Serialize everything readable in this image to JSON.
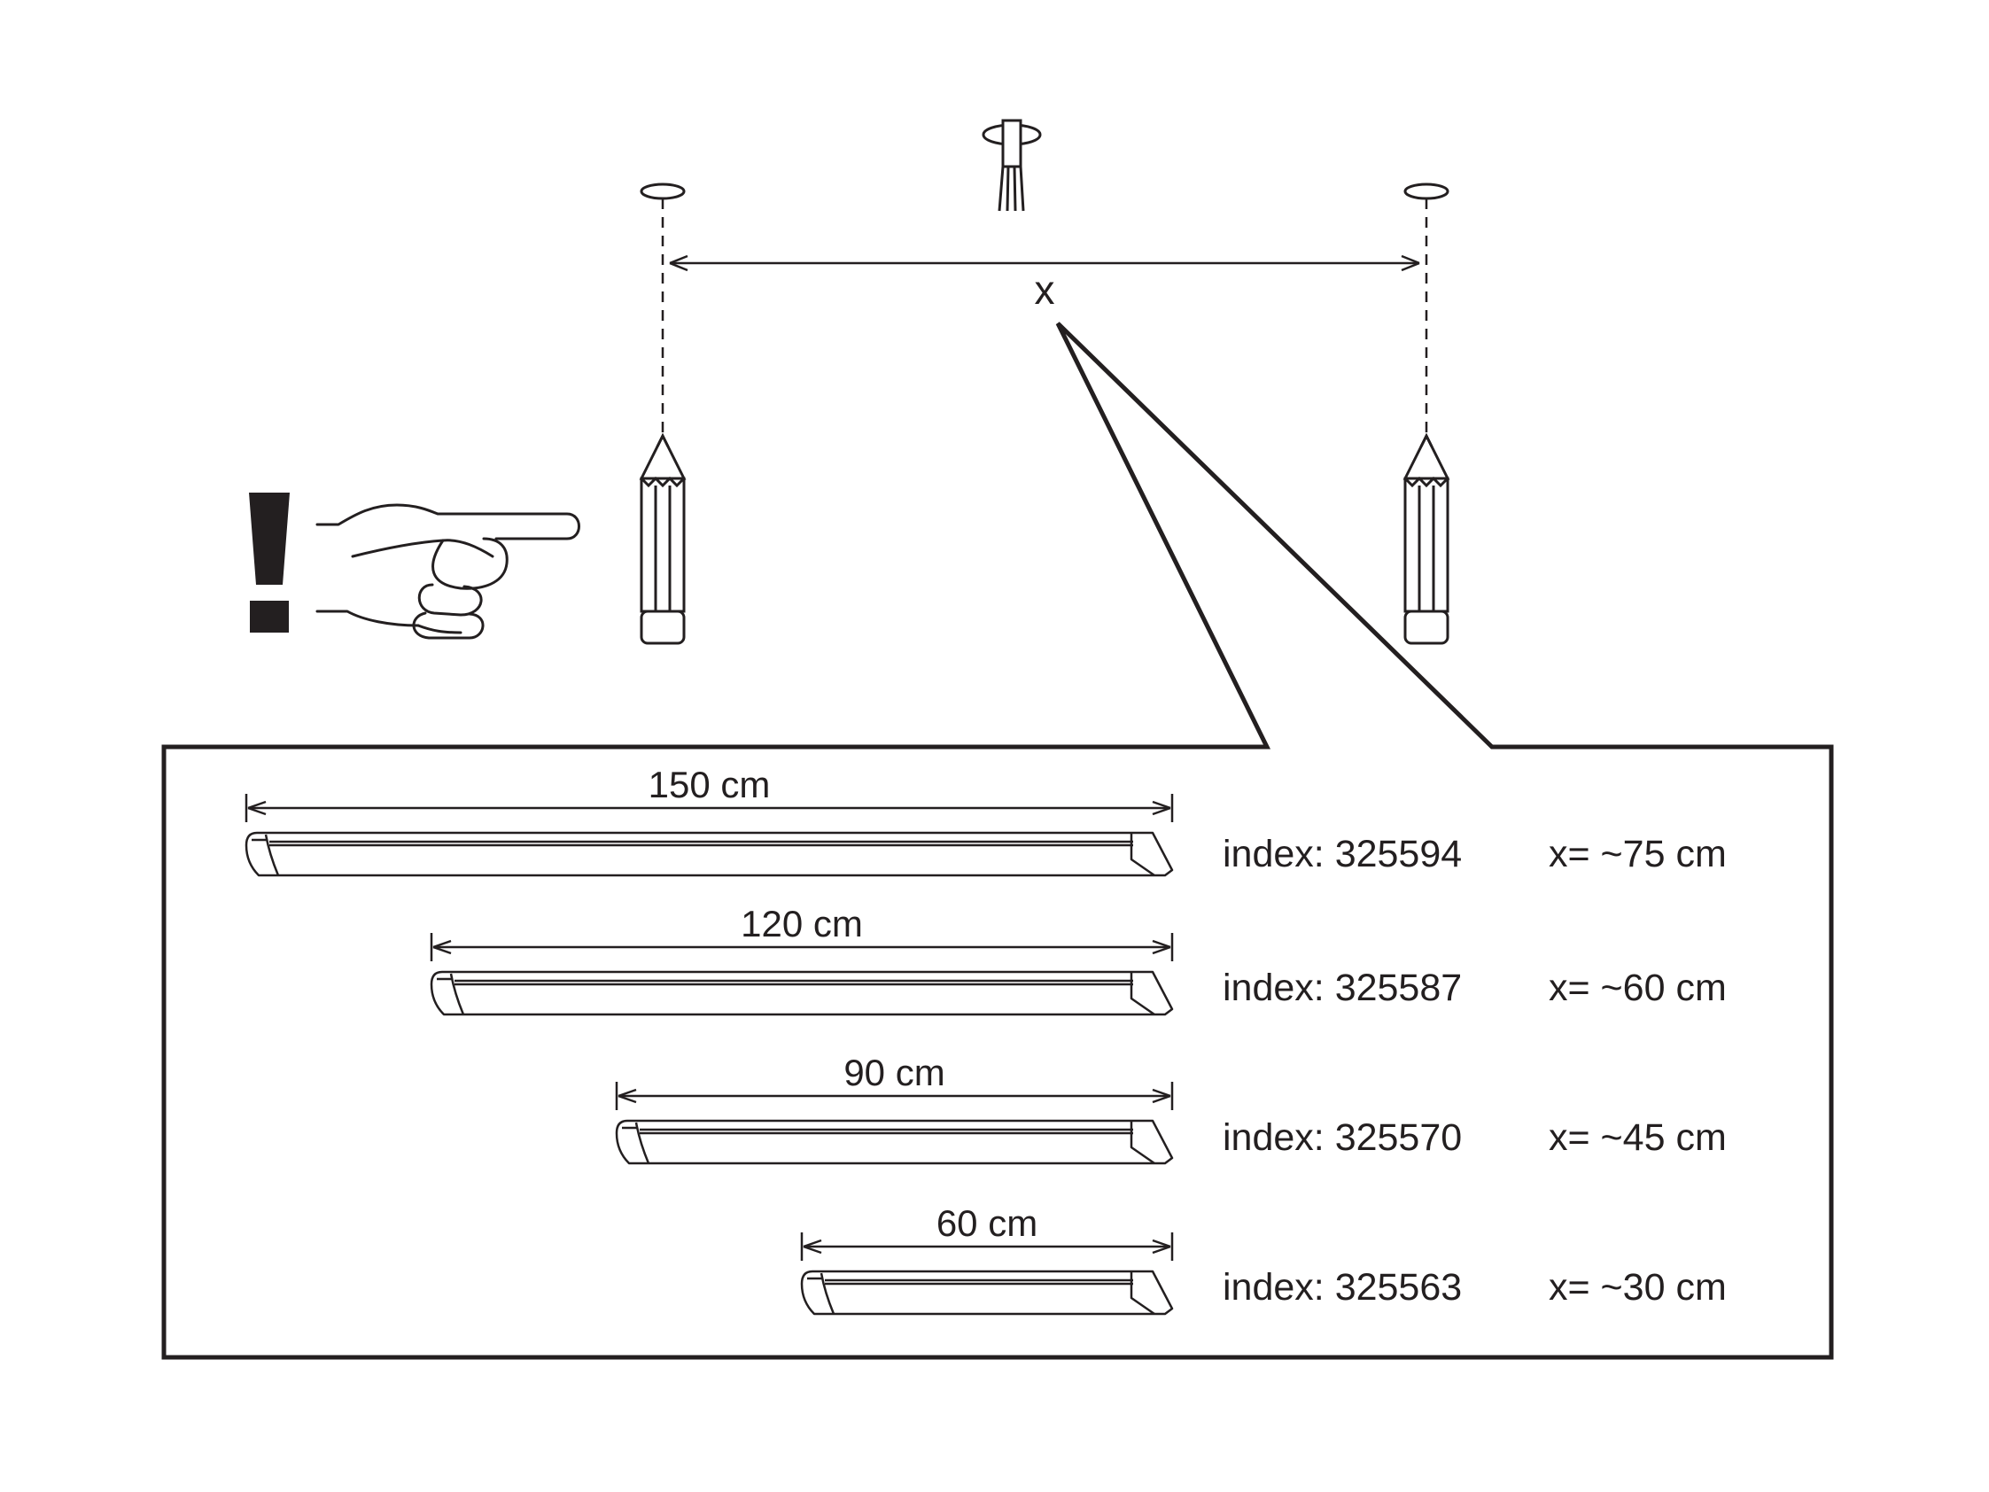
{
  "marker_label": "x",
  "warning_mark": "!",
  "colors": {
    "ink": "#231f20",
    "background": "#ffffff"
  },
  "icons": [
    "ceiling-wire-outlet-icon",
    "ceiling-hole-icon",
    "pencil-icon",
    "pointing-hand-icon",
    "exclamation-icon",
    "led-batten-icon"
  ],
  "rows": [
    {
      "length_label": "150 cm",
      "index_text": "index: 325594",
      "x_text": "x= ~75 cm",
      "length_cm": 150
    },
    {
      "length_label": "120 cm",
      "index_text": "index: 325587",
      "x_text": "x= ~60 cm",
      "length_cm": 120
    },
    {
      "length_label": "90 cm",
      "index_text": "index: 325570",
      "x_text": "x= ~45 cm",
      "length_cm": 90
    },
    {
      "length_label": "60 cm",
      "index_text": "index: 325563",
      "x_text": "x= ~30 cm",
      "length_cm": 60
    }
  ]
}
